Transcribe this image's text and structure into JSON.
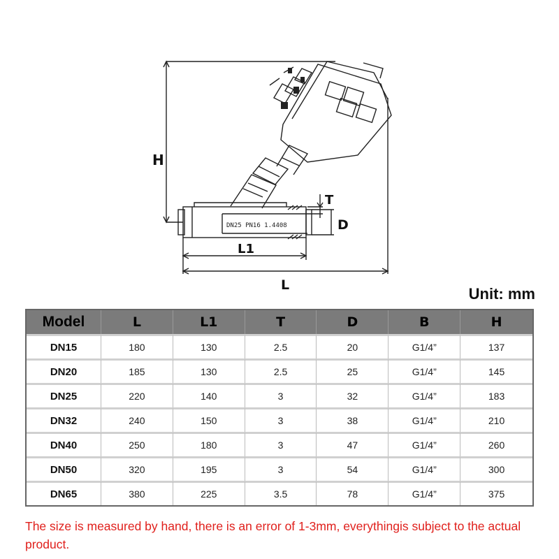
{
  "drawing": {
    "labels": {
      "H": "H",
      "T": "T",
      "D": "D",
      "L1": "L1",
      "L": "L"
    },
    "body_marking": "DN25 PN16 1.4408"
  },
  "unit_label": "Unit: mm",
  "table": {
    "headers": [
      "Model",
      "L",
      "L1",
      "T",
      "D",
      "B",
      "H"
    ],
    "rows": [
      [
        "DN15",
        "180",
        "130",
        "2.5",
        "20",
        "G1/4”",
        "137"
      ],
      [
        "DN20",
        "185",
        "130",
        "2.5",
        "25",
        "G1/4”",
        "145"
      ],
      [
        "DN25",
        "220",
        "140",
        "3",
        "32",
        "G1/4”",
        "183"
      ],
      [
        "DN32",
        "240",
        "150",
        "3",
        "38",
        "G1/4”",
        "210"
      ],
      [
        "DN40",
        "250",
        "180",
        "3",
        "47",
        "G1/4”",
        "260"
      ],
      [
        "DN50",
        "320",
        "195",
        "3",
        "54",
        "G1/4”",
        "300"
      ],
      [
        "DN65",
        "380",
        "225",
        "3.5",
        "78",
        "G1/4”",
        "375"
      ]
    ]
  },
  "note": "The size is measured by hand, there is an error of 1-3mm, everythingis subject to the actual product."
}
